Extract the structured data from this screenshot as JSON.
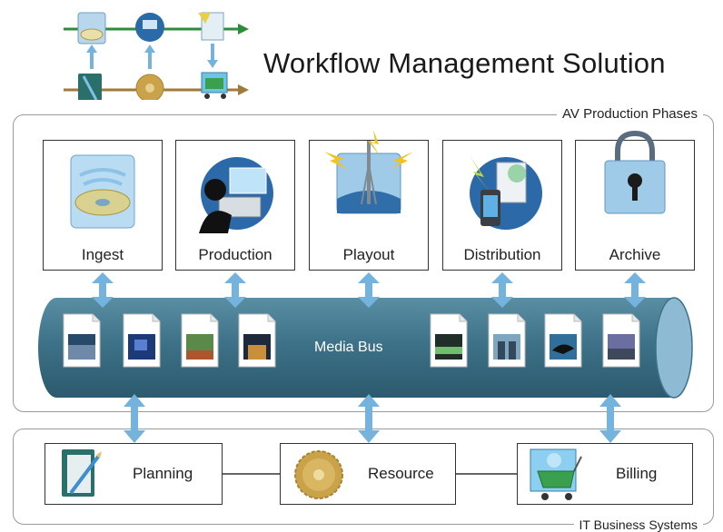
{
  "title": "Workflow Management Solution",
  "av_group": {
    "label": "AV Production Phases"
  },
  "it_group": {
    "label": "IT Business Systems"
  },
  "phases": [
    {
      "label": "Ingest",
      "icon": "disc-box-icon"
    },
    {
      "label": "Production",
      "icon": "editor-workstation-icon"
    },
    {
      "label": "Playout",
      "icon": "broadcast-tower-icon"
    },
    {
      "label": "Distribution",
      "icon": "mobile-distribution-icon"
    },
    {
      "label": "Archive",
      "icon": "padlock-icon"
    }
  ],
  "media_bus": {
    "label": "Media Bus",
    "documents": [
      "concert-thumbnail",
      "blue-light-thumbnail",
      "track-race-thumbnail",
      "city-night-thumbnail",
      "stadium-thumbnail",
      "people-thumbnail",
      "dolphin-thumbnail",
      "landscape-thumbnail"
    ]
  },
  "systems": [
    {
      "label": "Planning",
      "icon": "notebook-pen-icon"
    },
    {
      "label": "Resource",
      "icon": "gear-icon"
    },
    {
      "label": "Billing",
      "icon": "shopping-cart-icon"
    }
  ],
  "colors": {
    "bus": "#3f7489",
    "arrow": "#74b3dd",
    "line_green": "#2e8b3e",
    "line_brown": "#a07a3a"
  }
}
